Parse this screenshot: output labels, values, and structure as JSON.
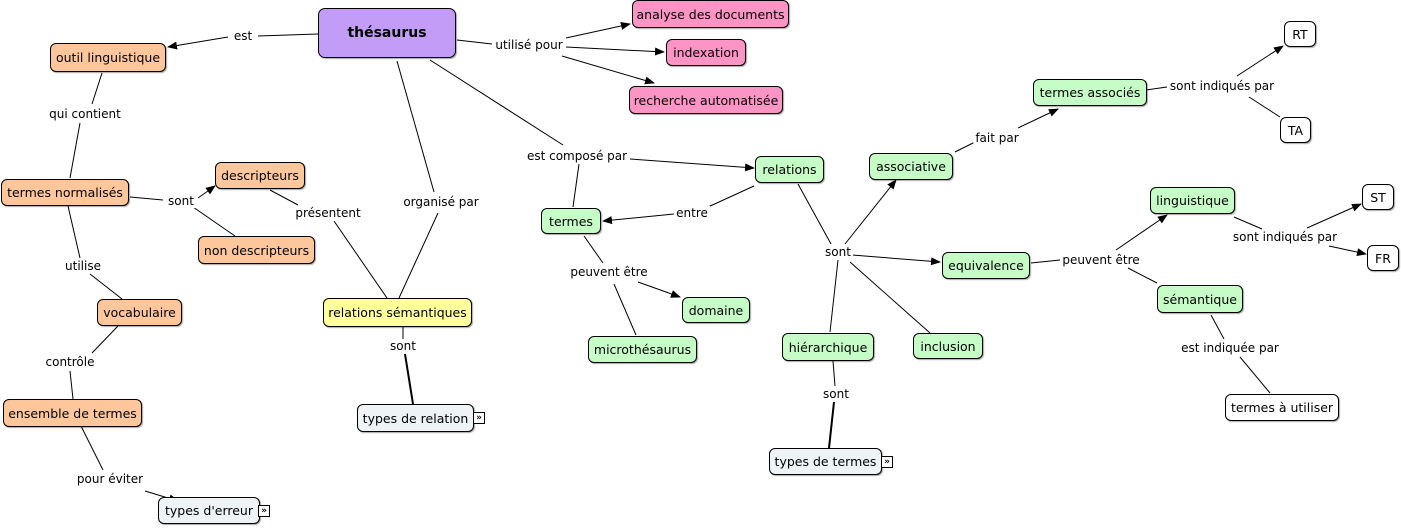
{
  "colors": {
    "root": "#c39cf7",
    "orange": "#fdc79b",
    "pink": "#fd94c6",
    "green": "#c6fcc6",
    "yellow": "#ffff9c",
    "gray": "#eef4f6",
    "white": "#ffffff"
  },
  "nodes": {
    "thesaurus": "thésaurus",
    "outil": "outil linguistique",
    "termes_normalises": "termes normalisés",
    "descripteurs": "descripteurs",
    "non_descripteurs": "non descripteurs",
    "vocabulaire": "vocabulaire",
    "ensemble": "ensemble de termes",
    "types_erreur": "types d'erreur",
    "relations_sem": "relations sémantiques",
    "types_relation": "types de relation",
    "analyse": "analyse des documents",
    "indexation": "indexation",
    "recherche": "recherche automatisée",
    "relations": "relations",
    "termes": "termes",
    "domaine": "domaine",
    "microthesaurus": "microthésaurus",
    "associative": "associative",
    "termes_associes": "termes associés",
    "rt": "RT",
    "ta": "TA",
    "equivalence": "equivalence",
    "linguistique": "linguistique",
    "semantique": "sémantique",
    "st": "ST",
    "fr": "FR",
    "termes_utiliser": "termes à utiliser",
    "hierarchique": "hiérarchique",
    "inclusion": "inclusion",
    "types_termes": "types de termes"
  },
  "links": {
    "est": "est",
    "qui_contient": "qui contient",
    "sont_desc": "sont",
    "presentent": "présentent",
    "utilise": "utilise",
    "controle": "contrôle",
    "pour_eviter": "pour éviter",
    "organise_par": "organisé par",
    "sont_rel": "sont",
    "utilise_pour": "utilisé pour",
    "est_compose_par": "est composé par",
    "entre": "entre",
    "peuvent_etre_termes": "peuvent être",
    "sont_relations": "sont",
    "fait_par": "fait par",
    "sont_indiques_par_1": "sont indiqués par",
    "peuvent_etre_eq": "peuvent être",
    "sont_indiques_par_2": "sont indiqués par",
    "est_indiquee_par": "est indiquée par",
    "sont_hier": "sont"
  },
  "expand_glyph": "»"
}
